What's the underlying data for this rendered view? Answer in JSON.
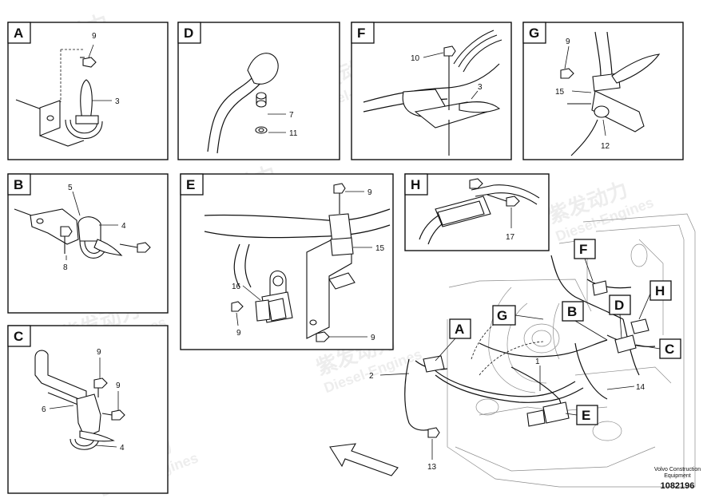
{
  "panels": {
    "A": {
      "tag": "A",
      "callouts": [
        "9",
        "3"
      ]
    },
    "D": {
      "tag": "D",
      "callouts": [
        "7",
        "11"
      ]
    },
    "F": {
      "tag": "F",
      "callouts": [
        "10",
        "3"
      ]
    },
    "G": {
      "tag": "G",
      "callouts": [
        "9",
        "15",
        "12"
      ]
    },
    "B": {
      "tag": "B",
      "callouts": [
        "5",
        "4",
        "8"
      ]
    },
    "E": {
      "tag": "E",
      "callouts": [
        "9",
        "15",
        "16",
        "9",
        "9"
      ]
    },
    "H": {
      "tag": "H",
      "callouts": [
        "17"
      ]
    },
    "C": {
      "tag": "C",
      "callouts": [
        "9",
        "9",
        "6",
        "4"
      ]
    }
  },
  "main_view": {
    "location_tags": [
      "F",
      "H",
      "G",
      "B",
      "D",
      "A",
      "C",
      "E"
    ],
    "callouts": [
      "2",
      "1",
      "14",
      "13"
    ]
  },
  "watermark": {
    "text_cn": "紫发动力",
    "text_en": "Diesel-Engines"
  },
  "footer": {
    "publisher_line1": "Volvo Construction",
    "publisher_line2": "Equipment",
    "figure_number": "1082196"
  }
}
